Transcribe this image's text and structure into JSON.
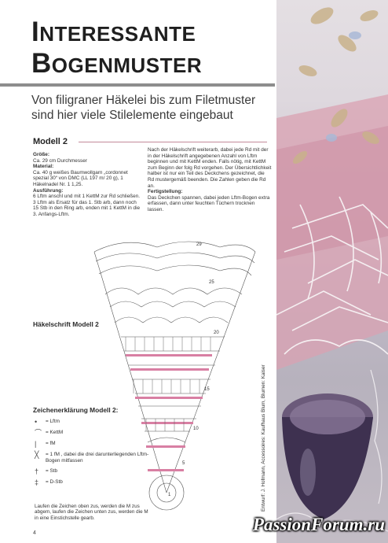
{
  "header": {
    "title_first_letter": "I",
    "title_rest": "NTERESSANTE",
    "title_line2_first": "B",
    "title_line2_rest": "OGENMUSTER",
    "subtitle_line1": "Von filigraner Häkelei bis zum Filetmuster",
    "subtitle_line2": "sind hier viele Stilelemente eingebaut"
  },
  "model": {
    "heading": "Modell 2",
    "groesse_label": "Größe:",
    "groesse_text": "Ca. 29 cm Durchmesser",
    "material_label": "Material:",
    "material_text": "Ca. 40 g weißes Baumwollgarn „cordonnet spezial 30“ von DMC (LL 197 m/ 20 g), 1 Häkelnadel Nr. 1 1,25.",
    "ausfuehrung_label": "Ausführung:",
    "ausfuehrung_text": "6 Lftm anschl und mit 1 KettM zur Rd schließen. 3 Lftm als Ersatz für das 1. Stb arb, dann noch 15 Stb in den Ring arb, enden mit 1 KettM in die 3. Anfangs-Lftm.",
    "right_text": "Nach der Häkelschrift weiterarb, dabei jede Rd mit der in der Häkelschrift angegebenen Anzahl von Lftm beginnen und mit KettM enden. Falls nötig, mit KettM zum Beginn der folg Rd vorgehen. Der Übersichtlichkeit halber ist nur ein Teil des Deckchens gezeichnet, die Rd mustergemäß beenden. Die Zahlen geben die Rd an.",
    "fertig_label": "Fertigstellung:",
    "fertig_text": "Das Deckchen spannen, dabei jeden Lftm-Bogen extra erfassen, dann unter feuchten Tüchern trocknen lassen."
  },
  "diagram": {
    "title": "Häkelschrift Modell 2",
    "round_numbers": [
      "29",
      "25",
      "20",
      "15",
      "10",
      "5",
      "1"
    ]
  },
  "legend": {
    "title": "Zeichenerklärung Modell 2:",
    "items": [
      {
        "symbol": "•",
        "text": "= Lftm"
      },
      {
        "symbol": "⌒",
        "text": "= KettM"
      },
      {
        "symbol": "|",
        "text": "= fM"
      },
      {
        "symbol": "╳",
        "text": "= 1 fM , dabei die drei darunterliegenden Lftm-Bogen mitfassen"
      },
      {
        "symbol": "†",
        "text": "= Stb"
      },
      {
        "symbol": "‡",
        "text": "= D-Stb"
      }
    ],
    "note": "Laufen die Zeichen oben zus, werden die M zus abgem, laufen die Zeichen unten zus, werden die M in eine Einstichstelle gearb."
  },
  "footer": {
    "page_number": "4",
    "credit": "Entwurf: J. Hofmann, Accessoires: Kaufhaus Blum, Blumen: Kaiser",
    "watermark": "PassionForum.ru"
  },
  "colors": {
    "accent_pink": "#c8557f",
    "title": "#1f1f1f",
    "rule": "#8d8d8d"
  }
}
